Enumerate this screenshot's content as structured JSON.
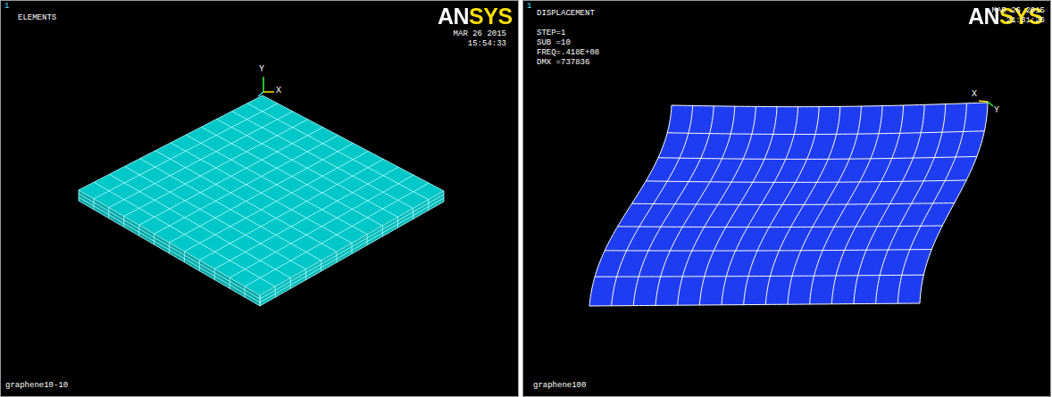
{
  "diagram": {
    "labels": [
      "1",
      "ELEMENTS",
      "ANSYS",
      "MAR 26 2015",
      "15:54:33",
      "Y",
      "X",
      "graphene10-10",
      "1",
      "DISPLACEMENT",
      "STEP=1",
      "SUB =10",
      "FREQ=.418E+08",
      "DMX =737836",
      "ANSYS",
      "MAR 26 2015",
      "21:31:26",
      "X",
      "Y",
      "graphene100"
    ]
  }
}
